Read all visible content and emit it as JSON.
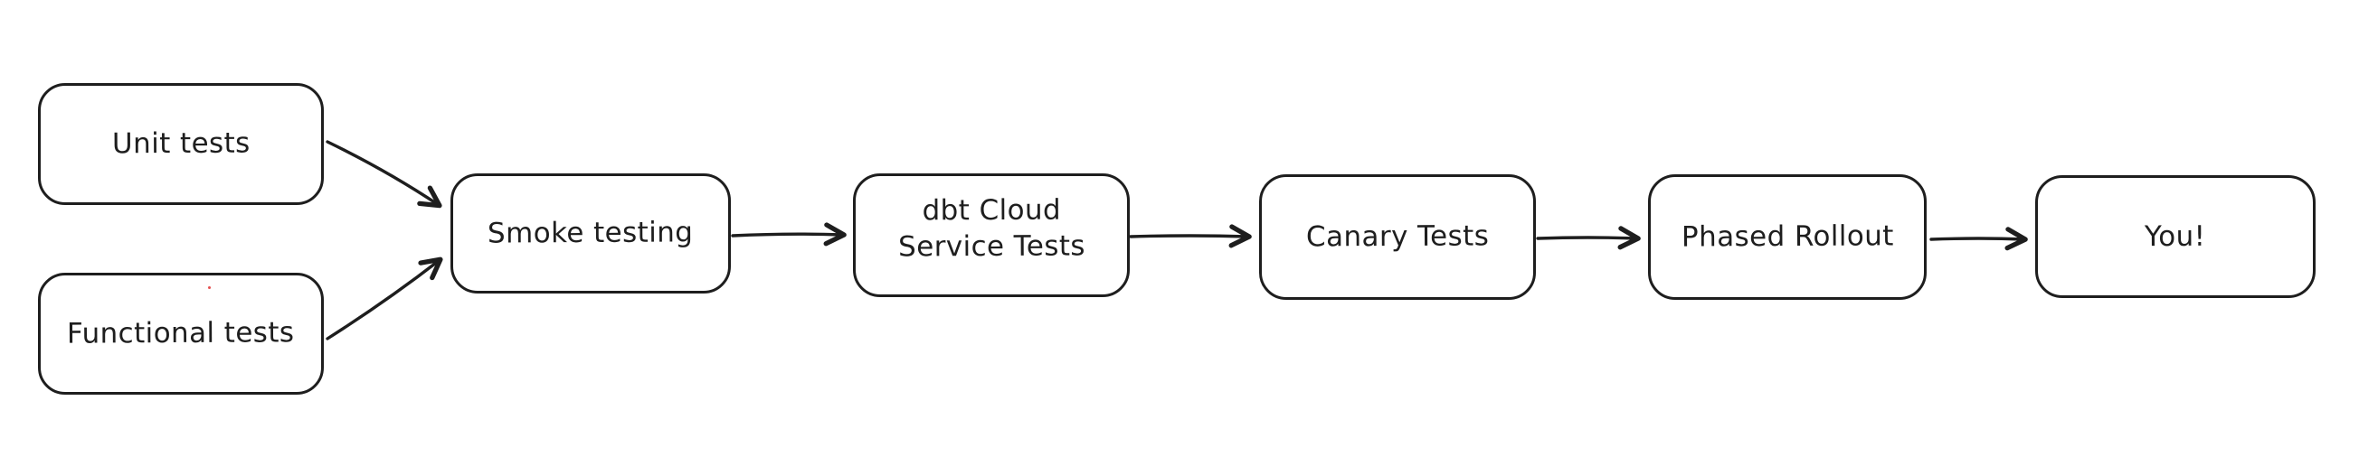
{
  "diagram": {
    "type": "flowchart",
    "style": "hand-drawn-excalidraw",
    "colors": {
      "background": "#ffffff",
      "stroke": "#1e1e1e",
      "node_fill": "#ffffff",
      "artifact_dot": "#e03131"
    },
    "nodes": [
      {
        "id": "unit-tests",
        "label": "Unit tests"
      },
      {
        "id": "functional-tests",
        "label": "Functional tests"
      },
      {
        "id": "smoke-testing",
        "label": "Smoke testing"
      },
      {
        "id": "dbt-cloud-service-tests",
        "label": "dbt Cloud\nService Tests"
      },
      {
        "id": "canary-tests",
        "label": "Canary Tests"
      },
      {
        "id": "phased-rollout",
        "label": "Phased Rollout"
      },
      {
        "id": "you",
        "label": "You!"
      }
    ],
    "edges": [
      {
        "from": "unit-tests",
        "to": "smoke-testing"
      },
      {
        "from": "functional-tests",
        "to": "smoke-testing"
      },
      {
        "from": "smoke-testing",
        "to": "dbt-cloud-service-tests"
      },
      {
        "from": "dbt-cloud-service-tests",
        "to": "canary-tests"
      },
      {
        "from": "canary-tests",
        "to": "phased-rollout"
      },
      {
        "from": "phased-rollout",
        "to": "you"
      }
    ]
  }
}
